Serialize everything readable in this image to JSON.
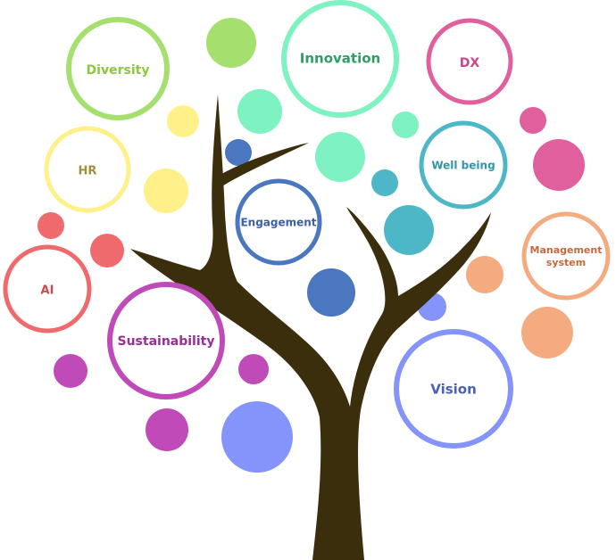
{
  "diagram": {
    "type": "concept-tree",
    "colors": {
      "trunk": "#3b2e0c",
      "green": "#a5e06e",
      "mint": "#7ef2c0",
      "yellow": "#fff08a",
      "pink": "#e0609e",
      "coral": "#ef6a6c",
      "magenta": "#c04ab8",
      "periwinkle": "#8594fa",
      "blue": "#4a77c0",
      "teal": "#4eb7c7",
      "peach": "#f4ab80"
    },
    "nodes": [
      {
        "id": "diversity",
        "label": "Diversity",
        "color": "#a5e06e",
        "text_color": "#8dc63f"
      },
      {
        "id": "innovation",
        "label": "Innovation",
        "color": "#7ef2c0",
        "text_color": "#2e9e64"
      },
      {
        "id": "dx",
        "label": "DX",
        "color": "#e0609e",
        "text_color": "#c9488a"
      },
      {
        "id": "hr",
        "label": "HR",
        "color": "#fff08a",
        "text_color": "#a38f3a"
      },
      {
        "id": "engagement",
        "label": "Engagement",
        "color": "#4a77c0",
        "text_color": "#3a5fa8"
      },
      {
        "id": "wellbeing",
        "label": "Well being",
        "color": "#4eb7c7",
        "text_color": "#2e97a8"
      },
      {
        "id": "management",
        "label_lines": [
          "Management",
          "system"
        ],
        "color": "#f4ab80",
        "text_color": "#c46a3a"
      },
      {
        "id": "ai",
        "label": "AI",
        "color": "#ef6a6c",
        "text_color": "#cc4a4c"
      },
      {
        "id": "sustainability",
        "label": "Sustainability",
        "color": "#c04ab8",
        "text_color": "#9a2e96"
      },
      {
        "id": "vision",
        "label": "Vision",
        "color": "#8594fa",
        "text_color": "#4a5fb8"
      }
    ]
  }
}
